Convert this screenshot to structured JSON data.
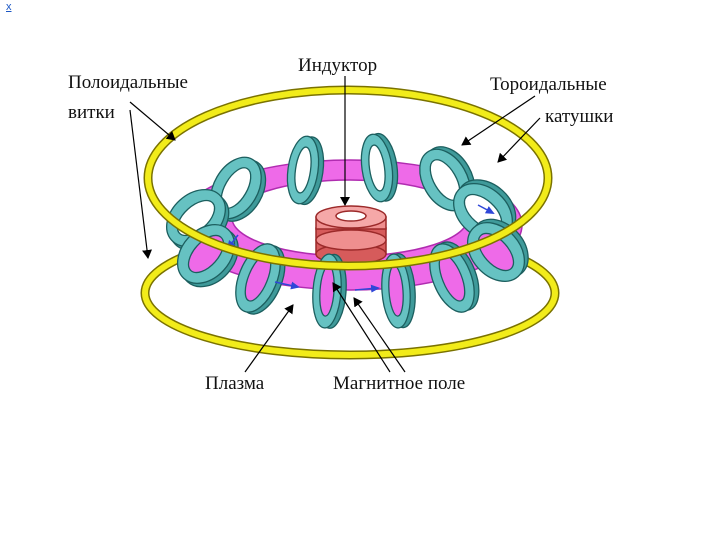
{
  "corner_link": "x",
  "labels": {
    "poloidal_line1": "Полоидальные",
    "poloidal_line2": "витки",
    "inductor": "Индуктор",
    "toroidal_line1": "Тороидальные",
    "toroidal_line2": "катушки",
    "plasma": "Плазма",
    "magnetic_field": "Магнитное поле"
  },
  "colors": {
    "ring_fill": "#f2ec1a",
    "ring_stroke": "#7a7200",
    "coil_fill": "#66c2c2",
    "coil_stroke": "#1c5f5f",
    "plasma_fill": "#ee6ae8",
    "plasma_stroke": "#b02cb0",
    "inductor_fill": "#ef8f8f",
    "inductor_stroke": "#9c2a2a",
    "field_arrow": "#2f47d8"
  }
}
